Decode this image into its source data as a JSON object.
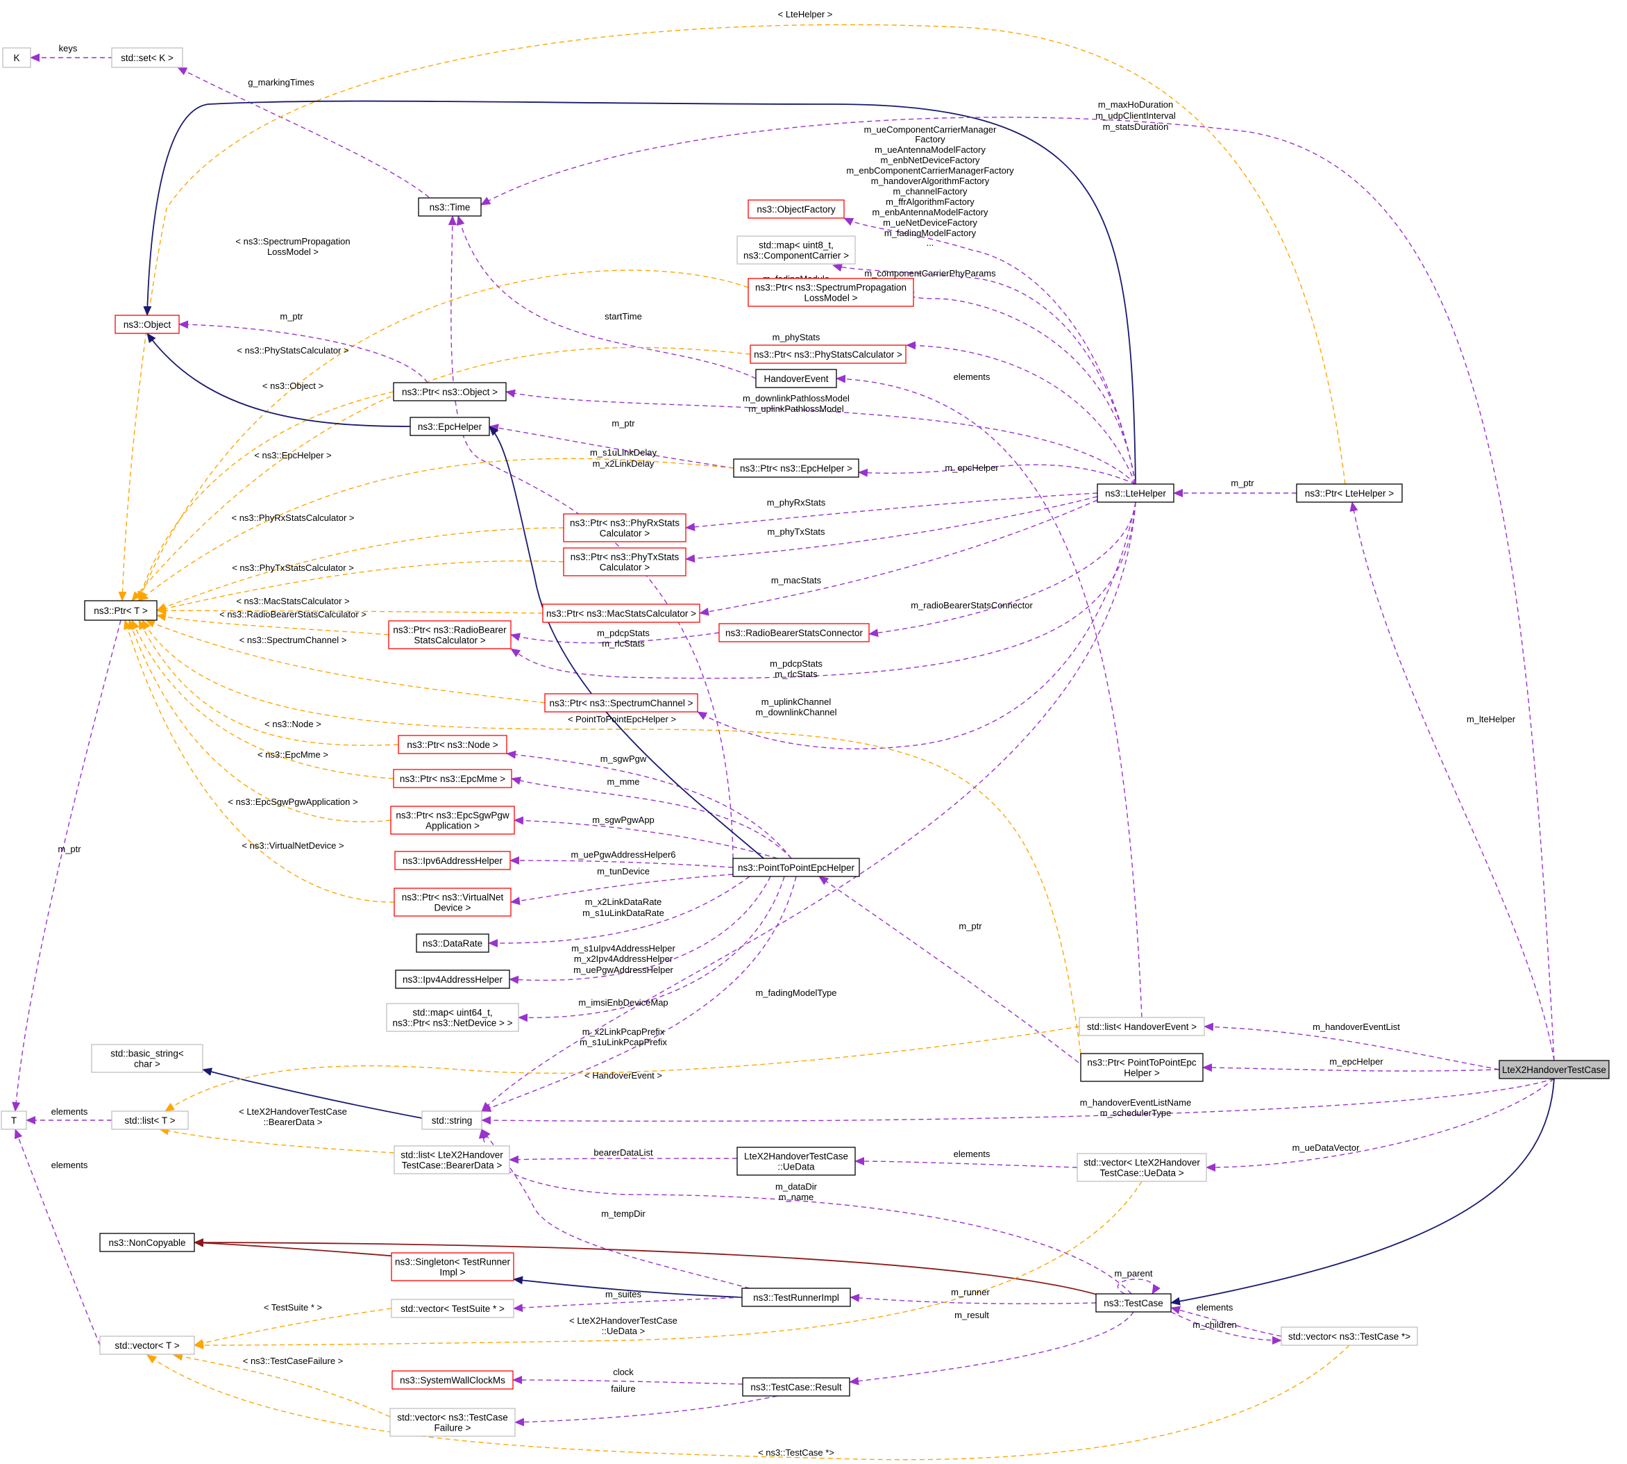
{
  "nodes": [
    {
      "id": "K",
      "label": [
        "K"
      ],
      "style": "gray"
    },
    {
      "id": "SetK",
      "label": [
        "std::set< K >"
      ],
      "style": "gray"
    },
    {
      "id": "Time",
      "label": [
        "ns3::Time"
      ],
      "style": "black"
    },
    {
      "id": "ObjectFactory",
      "label": [
        "ns3::ObjectFactory"
      ],
      "style": "red"
    },
    {
      "id": "MapCC",
      "label": [
        "std::map< uint8_t,",
        "ns3::ComponentCarrier >"
      ],
      "style": "gray"
    },
    {
      "id": "PtrSPLM",
      "label": [
        "ns3::Ptr< ns3::SpectrumPropagation",
        "LossModel >"
      ],
      "style": "red"
    },
    {
      "id": "Object",
      "label": [
        "ns3::Object"
      ],
      "style": "red"
    },
    {
      "id": "PtrPSC",
      "label": [
        "ns3::Ptr< ns3::PhyStatsCalculator >"
      ],
      "style": "red"
    },
    {
      "id": "HandoverEvent",
      "label": [
        "HandoverEvent"
      ],
      "style": "black"
    },
    {
      "id": "PtrObject",
      "label": [
        "ns3::Ptr< ns3::Object >"
      ],
      "style": "black"
    },
    {
      "id": "EpcHelper",
      "label": [
        "ns3::EpcHelper"
      ],
      "style": "black"
    },
    {
      "id": "PtrEpcHelper",
      "label": [
        "ns3::Ptr< ns3::EpcHelper >"
      ],
      "style": "black"
    },
    {
      "id": "LteHelper",
      "label": [
        "ns3::LteHelper"
      ],
      "style": "black"
    },
    {
      "id": "PtrLteHelper",
      "label": [
        "ns3::Ptr< LteHelper >"
      ],
      "style": "black"
    },
    {
      "id": "PtrPhyRx",
      "label": [
        "ns3::Ptr< ns3::PhyRxStats",
        "Calculator >"
      ],
      "style": "red"
    },
    {
      "id": "PtrPhyTx",
      "label": [
        "ns3::Ptr< ns3::PhyTxStats",
        "Calculator >"
      ],
      "style": "red"
    },
    {
      "id": "PtrT",
      "label": [
        "ns3::Ptr< T >"
      ],
      "style": "black"
    },
    {
      "id": "PtrMac",
      "label": [
        "ns3::Ptr< ns3::MacStatsCalculator >"
      ],
      "style": "red"
    },
    {
      "id": "RBSC",
      "label": [
        "ns3::RadioBearerStatsConnector"
      ],
      "style": "red"
    },
    {
      "id": "PtrRBSC",
      "label": [
        "ns3::Ptr< ns3::RadioBearer",
        "StatsCalculator >"
      ],
      "style": "red"
    },
    {
      "id": "PtrSC",
      "label": [
        "ns3::Ptr< ns3::SpectrumChannel >"
      ],
      "style": "red"
    },
    {
      "id": "PtrNode",
      "label": [
        "ns3::Ptr< ns3::Node >"
      ],
      "style": "red"
    },
    {
      "id": "PtrEpcMme",
      "label": [
        "ns3::Ptr< ns3::EpcMme >"
      ],
      "style": "red"
    },
    {
      "id": "PtrSgw",
      "label": [
        "ns3::Ptr< ns3::EpcSgwPgw",
        "Application >"
      ],
      "style": "red"
    },
    {
      "id": "Ipv6AH",
      "label": [
        "ns3::Ipv6AddressHelper"
      ],
      "style": "red"
    },
    {
      "id": "P2PEpc",
      "label": [
        "ns3::PointToPointEpcHelper"
      ],
      "style": "black"
    },
    {
      "id": "PtrVND",
      "label": [
        "ns3::Ptr< ns3::VirtualNet",
        "Device >"
      ],
      "style": "red"
    },
    {
      "id": "DataRate",
      "label": [
        "ns3::DataRate"
      ],
      "style": "black"
    },
    {
      "id": "Ipv4AH",
      "label": [
        "ns3::Ipv4AddressHelper"
      ],
      "style": "black"
    },
    {
      "id": "MapND",
      "label": [
        "std::map< uint64_t,",
        "ns3::Ptr< ns3::NetDevice > >"
      ],
      "style": "gray"
    },
    {
      "id": "BasicString",
      "label": [
        "std::basic_string<",
        "char >"
      ],
      "style": "gray"
    },
    {
      "id": "ListHE",
      "label": [
        "std::list< HandoverEvent >"
      ],
      "style": "gray"
    },
    {
      "id": "PtrP2P",
      "label": [
        "ns3::Ptr< PointToPointEpc",
        "Helper >"
      ],
      "style": "black"
    },
    {
      "id": "LteX2",
      "label": [
        "LteX2HandoverTestCase"
      ],
      "style": "filled"
    },
    {
      "id": "T",
      "label": [
        "T"
      ],
      "style": "gray"
    },
    {
      "id": "ListT",
      "label": [
        "std::list< T >"
      ],
      "style": "gray"
    },
    {
      "id": "String",
      "label": [
        "std::string"
      ],
      "style": "gray"
    },
    {
      "id": "ListBD",
      "label": [
        "std::list< LteX2Handover",
        "TestCase::BearerData >"
      ],
      "style": "gray"
    },
    {
      "id": "UeData",
      "label": [
        "LteX2HandoverTestCase",
        "::UeData"
      ],
      "style": "black"
    },
    {
      "id": "VecUe",
      "label": [
        "std::vector< LteX2Handover",
        "TestCase::UeData >"
      ],
      "style": "gray"
    },
    {
      "id": "NonCopyable",
      "label": [
        "ns3::NonCopyable"
      ],
      "style": "black"
    },
    {
      "id": "Singleton",
      "label": [
        "ns3::Singleton< TestRunner",
        "Impl >"
      ],
      "style": "red"
    },
    {
      "id": "TestRunnerImpl",
      "label": [
        "ns3::TestRunnerImpl"
      ],
      "style": "black"
    },
    {
      "id": "VecTS",
      "label": [
        "std::vector< TestSuite * >"
      ],
      "style": "gray"
    },
    {
      "id": "TestCase",
      "label": [
        "ns3::TestCase"
      ],
      "style": "black"
    },
    {
      "id": "VecTC",
      "label": [
        "std::vector< ns3::TestCase *>"
      ],
      "style": "gray"
    },
    {
      "id": "VecT",
      "label": [
        "std::vector< T >"
      ],
      "style": "gray"
    },
    {
      "id": "SWCM",
      "label": [
        "ns3::SystemWallClockMs"
      ],
      "style": "red"
    },
    {
      "id": "Result",
      "label": [
        "ns3::TestCase::Result"
      ],
      "style": "black"
    },
    {
      "id": "VecTCF",
      "label": [
        "std::vector< ns3::TestCase",
        "Failure >"
      ],
      "style": "gray"
    }
  ],
  "edges": [
    {
      "kind": "member",
      "from": "SetK",
      "to": "K",
      "label": [
        "keys"
      ]
    },
    {
      "kind": "member",
      "from": "Time",
      "to": "SetK",
      "label": [
        "g_markingTimes"
      ]
    },
    {
      "kind": "template",
      "from": "PtrLteHelper",
      "to": "PtrT",
      "label": [
        "< LteHelper >"
      ]
    },
    {
      "kind": "inherit",
      "from": "LteHelper",
      "to": "Object",
      "label": []
    },
    {
      "kind": "member",
      "from": "LteX2",
      "to": "Time",
      "label": [
        "m_maxHoDuration",
        "m_udpClientInterval",
        "m_statsDuration"
      ]
    },
    {
      "kind": "member",
      "from": "LteHelper",
      "to": "ObjectFactory",
      "label": [
        "m_ueComponentCarrierManager",
        "Factory",
        "m_ueAntennaModelFactory",
        "m_enbNetDeviceFactory",
        "m_enbComponentCarrierManagerFactory",
        "m_handoverAlgorithmFactory",
        "m_channelFactory",
        "m_ffrAlgorithmFactory",
        "m_enbAntennaModelFactory",
        "m_ueNetDeviceFactory",
        "m_fadingModelFactory",
        "..."
      ]
    },
    {
      "kind": "member",
      "from": "LteHelper",
      "to": "MapCC",
      "label": [
        "m_componentCarrierPhyParams"
      ]
    },
    {
      "kind": "member",
      "from": "LteHelper",
      "to": "PtrSPLM",
      "label": [
        "m_fadingModule"
      ]
    },
    {
      "kind": "template",
      "from": "PtrSPLM",
      "to": "PtrT",
      "label": [
        "< ns3::SpectrumPropagation",
        "LossModel >"
      ]
    },
    {
      "kind": "member",
      "from": "PtrObject",
      "to": "Object",
      "label": [
        "m_ptr"
      ]
    },
    {
      "kind": "member",
      "from": "HandoverEvent",
      "to": "Time",
      "label": [
        "startTime"
      ]
    },
    {
      "kind": "member",
      "from": "LteHelper",
      "to": "PtrPSC",
      "label": [
        "m_phyStats"
      ]
    },
    {
      "kind": "template",
      "from": "PtrPSC",
      "to": "PtrT",
      "label": [
        "< ns3::PhyStatsCalculator >"
      ]
    },
    {
      "kind": "member",
      "from": "ListHE",
      "to": "HandoverEvent",
      "label": [
        "elements"
      ]
    },
    {
      "kind": "template",
      "from": "PtrObject",
      "to": "PtrT",
      "label": [
        "< ns3::Object >"
      ]
    },
    {
      "kind": "member",
      "from": "LteHelper",
      "to": "PtrObject",
      "label": [
        "m_downlinkPathlossModel",
        "m_uplinkPathlossModel"
      ]
    },
    {
      "kind": "inherit",
      "from": "EpcHelper",
      "to": "Object",
      "label": []
    },
    {
      "kind": "member",
      "from": "PtrEpcHelper",
      "to": "EpcHelper",
      "label": [
        "m_ptr"
      ]
    },
    {
      "kind": "template",
      "from": "PtrEpcHelper",
      "to": "PtrT",
      "label": [
        "< ns3::EpcHelper >"
      ]
    },
    {
      "kind": "member",
      "from": "P2PEpc",
      "to": "Time",
      "label": [
        "m_s1uLinkDelay",
        "m_x2LinkDelay"
      ]
    },
    {
      "kind": "member",
      "from": "LteHelper",
      "to": "PtrEpcHelper",
      "label": [
        "m_epcHelper"
      ]
    },
    {
      "kind": "member",
      "from": "PtrLteHelper",
      "to": "LteHelper",
      "label": [
        "m_ptr"
      ]
    },
    {
      "kind": "member",
      "from": "LteHelper",
      "to": "PtrPhyRx",
      "label": [
        "m_phyRxStats"
      ]
    },
    {
      "kind": "template",
      "from": "PtrPhyRx",
      "to": "PtrT",
      "label": [
        "< ns3::PhyRxStatsCalculator >"
      ]
    },
    {
      "kind": "member",
      "from": "LteHelper",
      "to": "PtrPhyTx",
      "label": [
        "m_phyTxStats"
      ]
    },
    {
      "kind": "template",
      "from": "PtrPhyTx",
      "to": "PtrT",
      "label": [
        "< ns3::PhyTxStatsCalculator >"
      ]
    },
    {
      "kind": "member",
      "from": "LteHelper",
      "to": "PtrMac",
      "label": [
        "m_macStats"
      ]
    },
    {
      "kind": "template",
      "from": "PtrMac",
      "to": "PtrT",
      "label": [
        "< ns3::MacStatsCalculator >"
      ]
    },
    {
      "kind": "member",
      "from": "LteHelper",
      "to": "RBSC",
      "label": [
        "m_radioBearerStatsConnector"
      ]
    },
    {
      "kind": "member",
      "from": "RBSC",
      "to": "PtrRBSC",
      "label": [
        "m_pdcpStats",
        "m_rlcStats"
      ]
    },
    {
      "kind": "template",
      "from": "PtrRBSC",
      "to": "PtrT",
      "label": [
        "< ns3::RadioBearerStatsCalculator >"
      ]
    },
    {
      "kind": "member",
      "from": "LteHelper",
      "to": "PtrRBSC",
      "label": [
        "m_pdcpStats",
        "m_rlcStats"
      ]
    },
    {
      "kind": "template",
      "from": "PtrSC",
      "to": "PtrT",
      "label": [
        "< ns3::SpectrumChannel >"
      ]
    },
    {
      "kind": "member",
      "from": "LteHelper",
      "to": "PtrSC",
      "label": [
        "m_uplinkChannel",
        "m_downlinkChannel"
      ]
    },
    {
      "kind": "template",
      "from": "PtrP2P",
      "to": "PtrT",
      "label": [
        "< PointToPointEpcHelper >"
      ]
    },
    {
      "kind": "member",
      "from": "PtrT",
      "to": "T",
      "label": [
        "m_ptr"
      ]
    },
    {
      "kind": "template",
      "from": "PtrNode",
      "to": "PtrT",
      "label": [
        "< ns3::Node >"
      ]
    },
    {
      "kind": "member",
      "from": "P2PEpc",
      "to": "PtrNode",
      "label": [
        "m_sgwPgw"
      ]
    },
    {
      "kind": "template",
      "from": "PtrEpcMme",
      "to": "PtrT",
      "label": [
        "< ns3::EpcMme >"
      ]
    },
    {
      "kind": "member",
      "from": "P2PEpc",
      "to": "PtrEpcMme",
      "label": [
        "m_mme"
      ]
    },
    {
      "kind": "template",
      "from": "PtrSgw",
      "to": "PtrT",
      "label": [
        "< ns3::EpcSgwPgwApplication >"
      ]
    },
    {
      "kind": "member",
      "from": "P2PEpc",
      "to": "PtrSgw",
      "label": [
        "m_sgwPgwApp"
      ]
    },
    {
      "kind": "member",
      "from": "P2PEpc",
      "to": "Ipv6AH",
      "label": [
        "m_uePgwAddressHelper6"
      ]
    },
    {
      "kind": "template",
      "from": "PtrVND",
      "to": "PtrT",
      "label": [
        "< ns3::VirtualNetDevice >"
      ]
    },
    {
      "kind": "member",
      "from": "P2PEpc",
      "to": "PtrVND",
      "label": [
        "m_tunDevice"
      ]
    },
    {
      "kind": "member",
      "from": "P2PEpc",
      "to": "DataRate",
      "label": [
        "m_x2LinkDataRate",
        "m_s1uLinkDataRate"
      ]
    },
    {
      "kind": "member",
      "from": "P2PEpc",
      "to": "Ipv4AH",
      "label": [
        "m_s1uIpv4AddressHelper",
        "m_x2Ipv4AddressHelper",
        "m_uePgwAddressHelper"
      ]
    },
    {
      "kind": "member",
      "from": "P2PEpc",
      "to": "MapND",
      "label": [
        "m_imsiEnbDeviceMap"
      ]
    },
    {
      "kind": "inherit",
      "from": "P2PEpc",
      "to": "EpcHelper",
      "label": []
    },
    {
      "kind": "member",
      "from": "PtrP2P",
      "to": "P2PEpc",
      "label": [
        "m_ptr"
      ]
    },
    {
      "kind": "member",
      "from": "LteHelper",
      "to": "String",
      "label": [
        "m_fadingModelType"
      ]
    },
    {
      "kind": "member",
      "from": "P2PEpc",
      "to": "String",
      "label": [
        "m_x2LinkPcapPrefix",
        "m_s1uLinkPcapPrefix"
      ]
    },
    {
      "kind": "inherit",
      "from": "String",
      "to": "BasicString",
      "label": []
    },
    {
      "kind": "member",
      "from": "LteX2",
      "to": "ListHE",
      "label": [
        "m_handoverEventList"
      ]
    },
    {
      "kind": "member",
      "from": "LteX2",
      "to": "PtrP2P",
      "label": [
        "m_epcHelper"
      ]
    },
    {
      "kind": "member",
      "from": "LteX2",
      "to": "PtrLteHelper",
      "label": [
        "m_lteHelper"
      ]
    },
    {
      "kind": "template",
      "from": "ListHE",
      "to": "ListT",
      "label": [
        "< HandoverEvent >"
      ]
    },
    {
      "kind": "member",
      "from": "ListT",
      "to": "T",
      "label": [
        "elements"
      ]
    },
    {
      "kind": "member",
      "from": "LteX2",
      "to": "String",
      "label": [
        "m_handoverEventListName",
        "m_schedulerType"
      ]
    },
    {
      "kind": "template",
      "from": "ListBD",
      "to": "ListT",
      "label": [
        "< LteX2HandoverTestCase",
        "::BearerData >"
      ]
    },
    {
      "kind": "member",
      "from": "UeData",
      "to": "ListBD",
      "label": [
        "bearerDataList"
      ]
    },
    {
      "kind": "member",
      "from": "VecUe",
      "to": "UeData",
      "label": [
        "elements"
      ]
    },
    {
      "kind": "member",
      "from": "LteX2",
      "to": "VecUe",
      "label": [
        "m_ueDataVector"
      ]
    },
    {
      "kind": "member",
      "from": "TestCase",
      "to": "String",
      "label": [
        "m_dataDir",
        "m_name"
      ]
    },
    {
      "kind": "member",
      "from": "TestRunnerImpl",
      "to": "String",
      "label": [
        "m_tempDir"
      ]
    },
    {
      "kind": "private",
      "from": "TestCase",
      "to": "NonCopyable",
      "label": []
    },
    {
      "kind": "private",
      "from": "Singleton",
      "to": "NonCopyable",
      "label": []
    },
    {
      "kind": "inherit",
      "from": "TestRunnerImpl",
      "to": "Singleton",
      "label": []
    },
    {
      "kind": "member",
      "from": "TestCase",
      "to": "TestCase",
      "label": [
        "m_parent"
      ]
    },
    {
      "kind": "inherit",
      "from": "LteX2",
      "to": "TestCase",
      "label": []
    },
    {
      "kind": "member",
      "from": "TestRunnerImpl",
      "to": "VecTS",
      "label": [
        "m_suites"
      ]
    },
    {
      "kind": "member",
      "from": "TestCase",
      "to": "TestRunnerImpl",
      "label": [
        "m_runner"
      ]
    },
    {
      "kind": "member",
      "from": "VecTC",
      "to": "TestCase",
      "label": [
        "elements"
      ]
    },
    {
      "kind": "member",
      "from": "TestCase",
      "to": "VecTC",
      "label": [
        "m_children"
      ]
    },
    {
      "kind": "template",
      "from": "VecTS",
      "to": "VecT",
      "label": [
        "< TestSuite * >"
      ]
    },
    {
      "kind": "template",
      "from": "VecUe",
      "to": "VecT",
      "label": [
        "< LteX2HandoverTestCase",
        "::UeData >"
      ]
    },
    {
      "kind": "member",
      "from": "VecT",
      "to": "T",
      "label": [
        "elements"
      ]
    },
    {
      "kind": "member",
      "from": "TestCase",
      "to": "Result",
      "label": [
        "m_result"
      ]
    },
    {
      "kind": "member",
      "from": "Result",
      "to": "SWCM",
      "label": [
        "clock"
      ]
    },
    {
      "kind": "member",
      "from": "Result",
      "to": "VecTCF",
      "label": [
        "failure"
      ]
    },
    {
      "kind": "template",
      "from": "VecTCF",
      "to": "VecT",
      "label": [
        "< ns3::TestCaseFailure >"
      ]
    },
    {
      "kind": "template",
      "from": "VecTC",
      "to": "VecT",
      "label": [
        "< ns3::TestCase *>"
      ]
    }
  ],
  "colors": {
    "member": "#9a32cd",
    "template": "#ffa500",
    "inherit": "#191970",
    "private": "#8b1a1a",
    "box_black": "#000000",
    "box_red": "#ff0000",
    "box_gray": "#bfbfbf",
    "highlight_fill": "#bfbfbf"
  }
}
